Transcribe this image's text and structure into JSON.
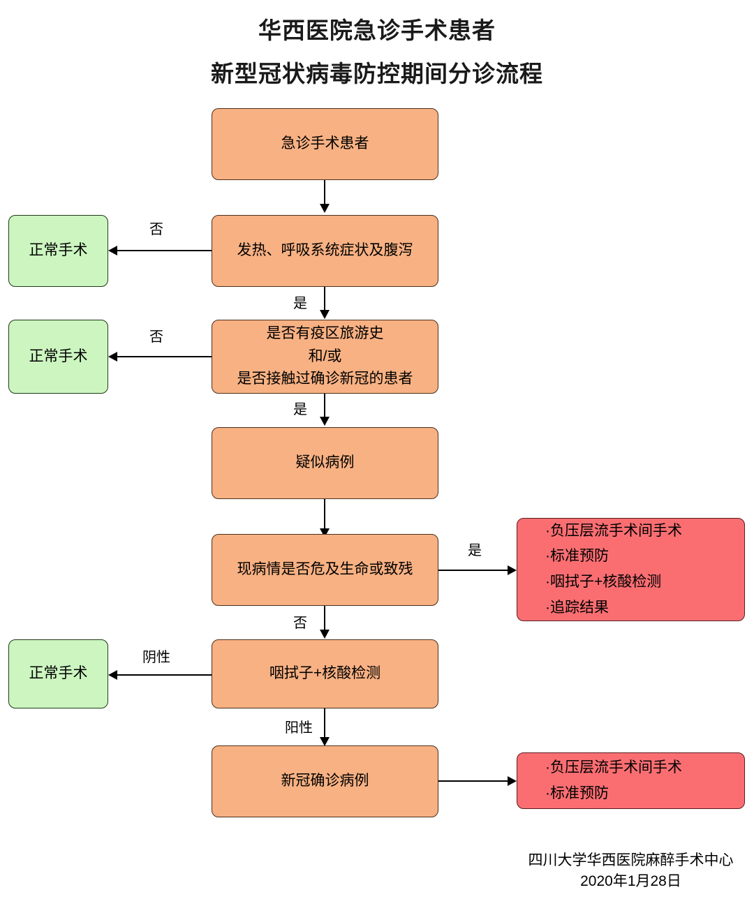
{
  "title": {
    "line1": "华西医院急诊手术患者",
    "line2": "新型冠状病毒防控期间分诊流程"
  },
  "colors": {
    "orange_fill": "#f8b183",
    "green_fill": "#ccf5c0",
    "red_fill": "#fa6e72",
    "line": "#000000",
    "background": "#ffffff"
  },
  "nodes": {
    "start": {
      "label": "急诊手术患者"
    },
    "symptoms": {
      "label": "发热、呼吸系统症状及腹泻"
    },
    "normal_surgery_1": {
      "label": "正常手术"
    },
    "exposure": {
      "line1": "是否有疫区旅游史",
      "line2": "和/或",
      "line3": "是否接触过确诊新冠的患者"
    },
    "normal_surgery_2": {
      "label": "正常手术"
    },
    "suspected_case": {
      "label": "疑似病例"
    },
    "life_threat": {
      "label": "现病情是否危及生命或致残"
    },
    "urgent_measures": {
      "item1": "·负压层流手术间手术",
      "item2": "·标准预防",
      "item3": "·咽拭子+核酸检测",
      "item4": "·追踪结果"
    },
    "swab_test": {
      "label": "咽拭子+核酸检测"
    },
    "normal_surgery_3": {
      "label": "正常手术"
    },
    "confirmed_case": {
      "label": "新冠确诊病例"
    },
    "confirmed_measures": {
      "item1": "·负压层流手术间手术",
      "item2": "·标准预防"
    }
  },
  "edge_labels": {
    "symptoms_no": "否",
    "symptoms_yes": "是",
    "exposure_no": "否",
    "exposure_yes": "是",
    "life_threat_yes": "是",
    "life_threat_no": "否",
    "swab_negative": "阴性",
    "swab_positive": "阳性"
  },
  "footer": {
    "line1": "四川大学华西医院麻醉手术中心",
    "line2": "2020年1月28日"
  }
}
